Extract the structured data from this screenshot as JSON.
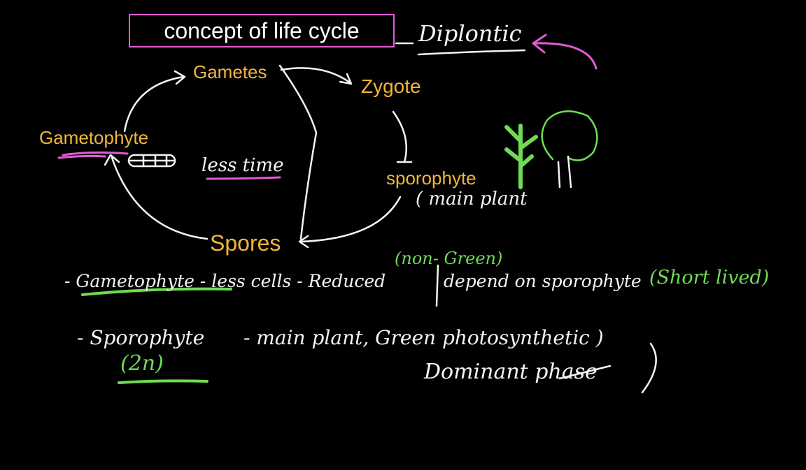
{
  "title": "concept of life cycle",
  "cycle_type": "Diplontic",
  "nodes": {
    "gametes": "Gametes",
    "zygote": "Zygote",
    "gametophyte": "Gametophyte",
    "sporophyte": "sporophyte",
    "spores": "Spores"
  },
  "annotations": {
    "less_time": "less time",
    "main_plant": "( main plant",
    "non_green": "(non- Green)",
    "short_lived": "(Short lived)",
    "two_n": "(2n)",
    "dominant_phase": "Dominant phase"
  },
  "notes": {
    "line1_start": "- Gametophyte - less cells - Reduced",
    "line1_end": "depend on sporophyte",
    "line2_start": "- Sporophyte",
    "line2_end": "- main plant, Green photosynthetic )"
  },
  "colors": {
    "background": "#000000",
    "node_text": "#f3b53a",
    "pen_white": "#f4f4f4",
    "pen_magenta": "#e35ad6",
    "pen_green": "#6fdc55"
  },
  "icons": [
    "leafy-sprig-icon",
    "tree-icon",
    "thallus-icon"
  ]
}
